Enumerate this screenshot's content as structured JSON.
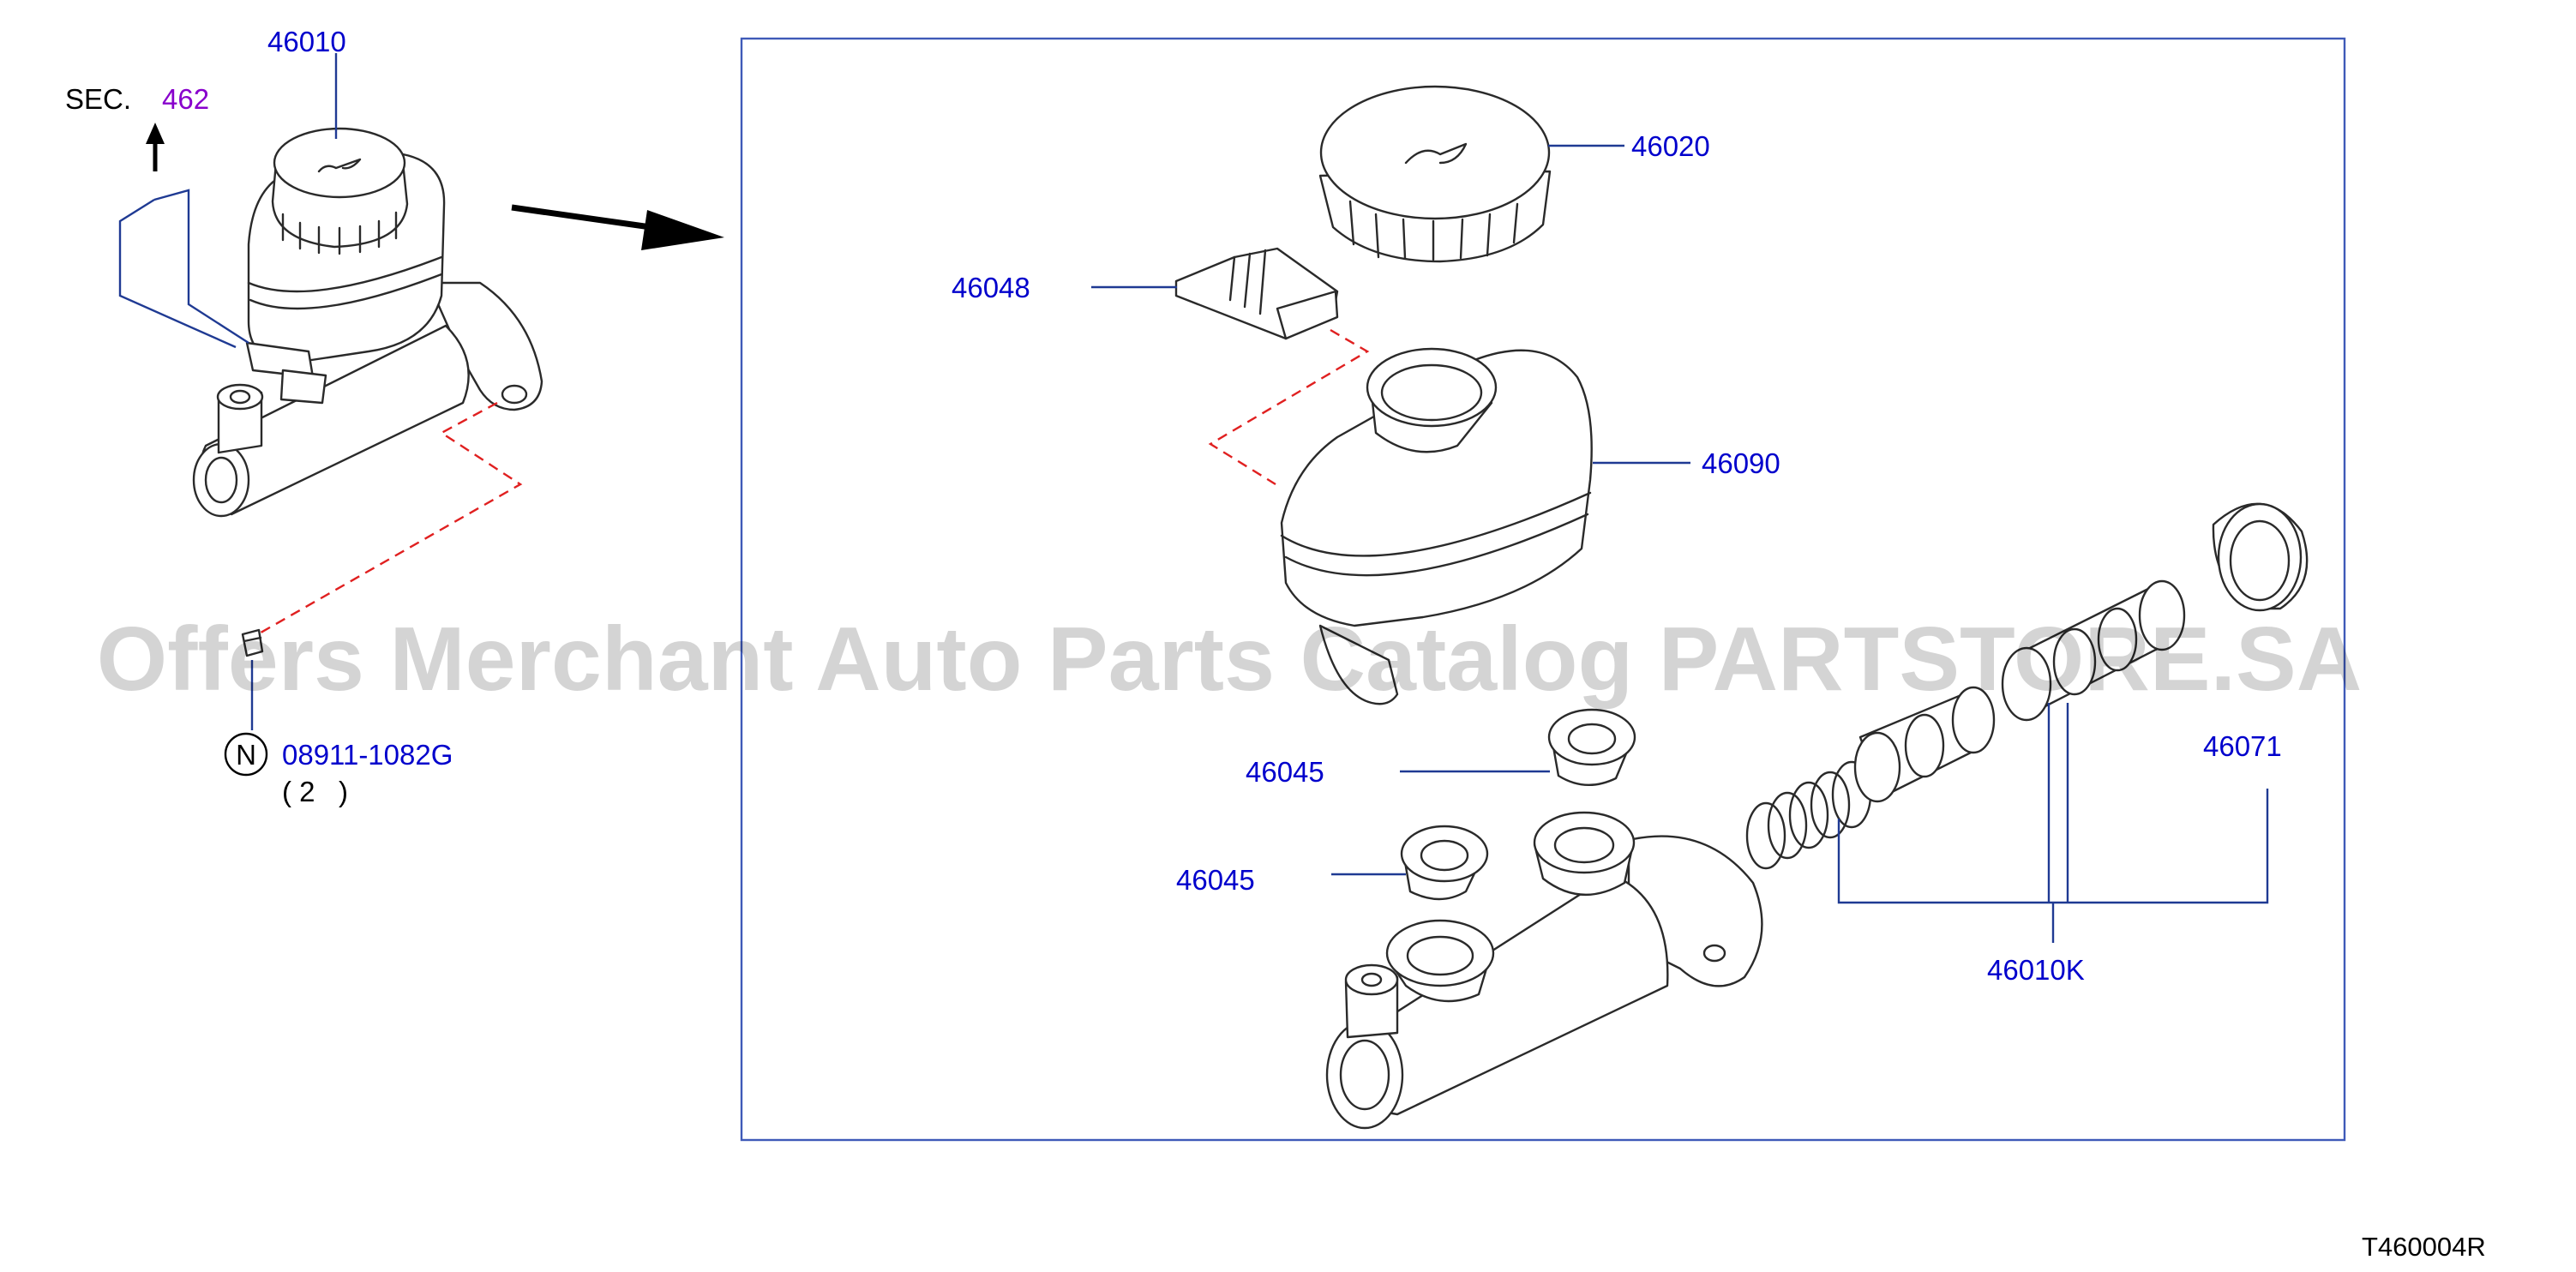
{
  "section": {
    "prefix": "SEC.",
    "ref": "462"
  },
  "parts": {
    "master_cylinder_assy": "46010",
    "reservoir_cap": "46020",
    "reservoir_connector": "46048",
    "reservoir_tank": "46090",
    "grommet_upper": "46045",
    "grommet_lower": "46045",
    "piston_seal": "46071",
    "piston_kit": "46010K",
    "nut": "08911-1082G"
  },
  "nut_symbol": "N",
  "nut_qty": "( 2   )",
  "watermark": "Offers Merchant Auto Parts Catalog PARTSTORE.SA",
  "diagram_code": "T460004R"
}
